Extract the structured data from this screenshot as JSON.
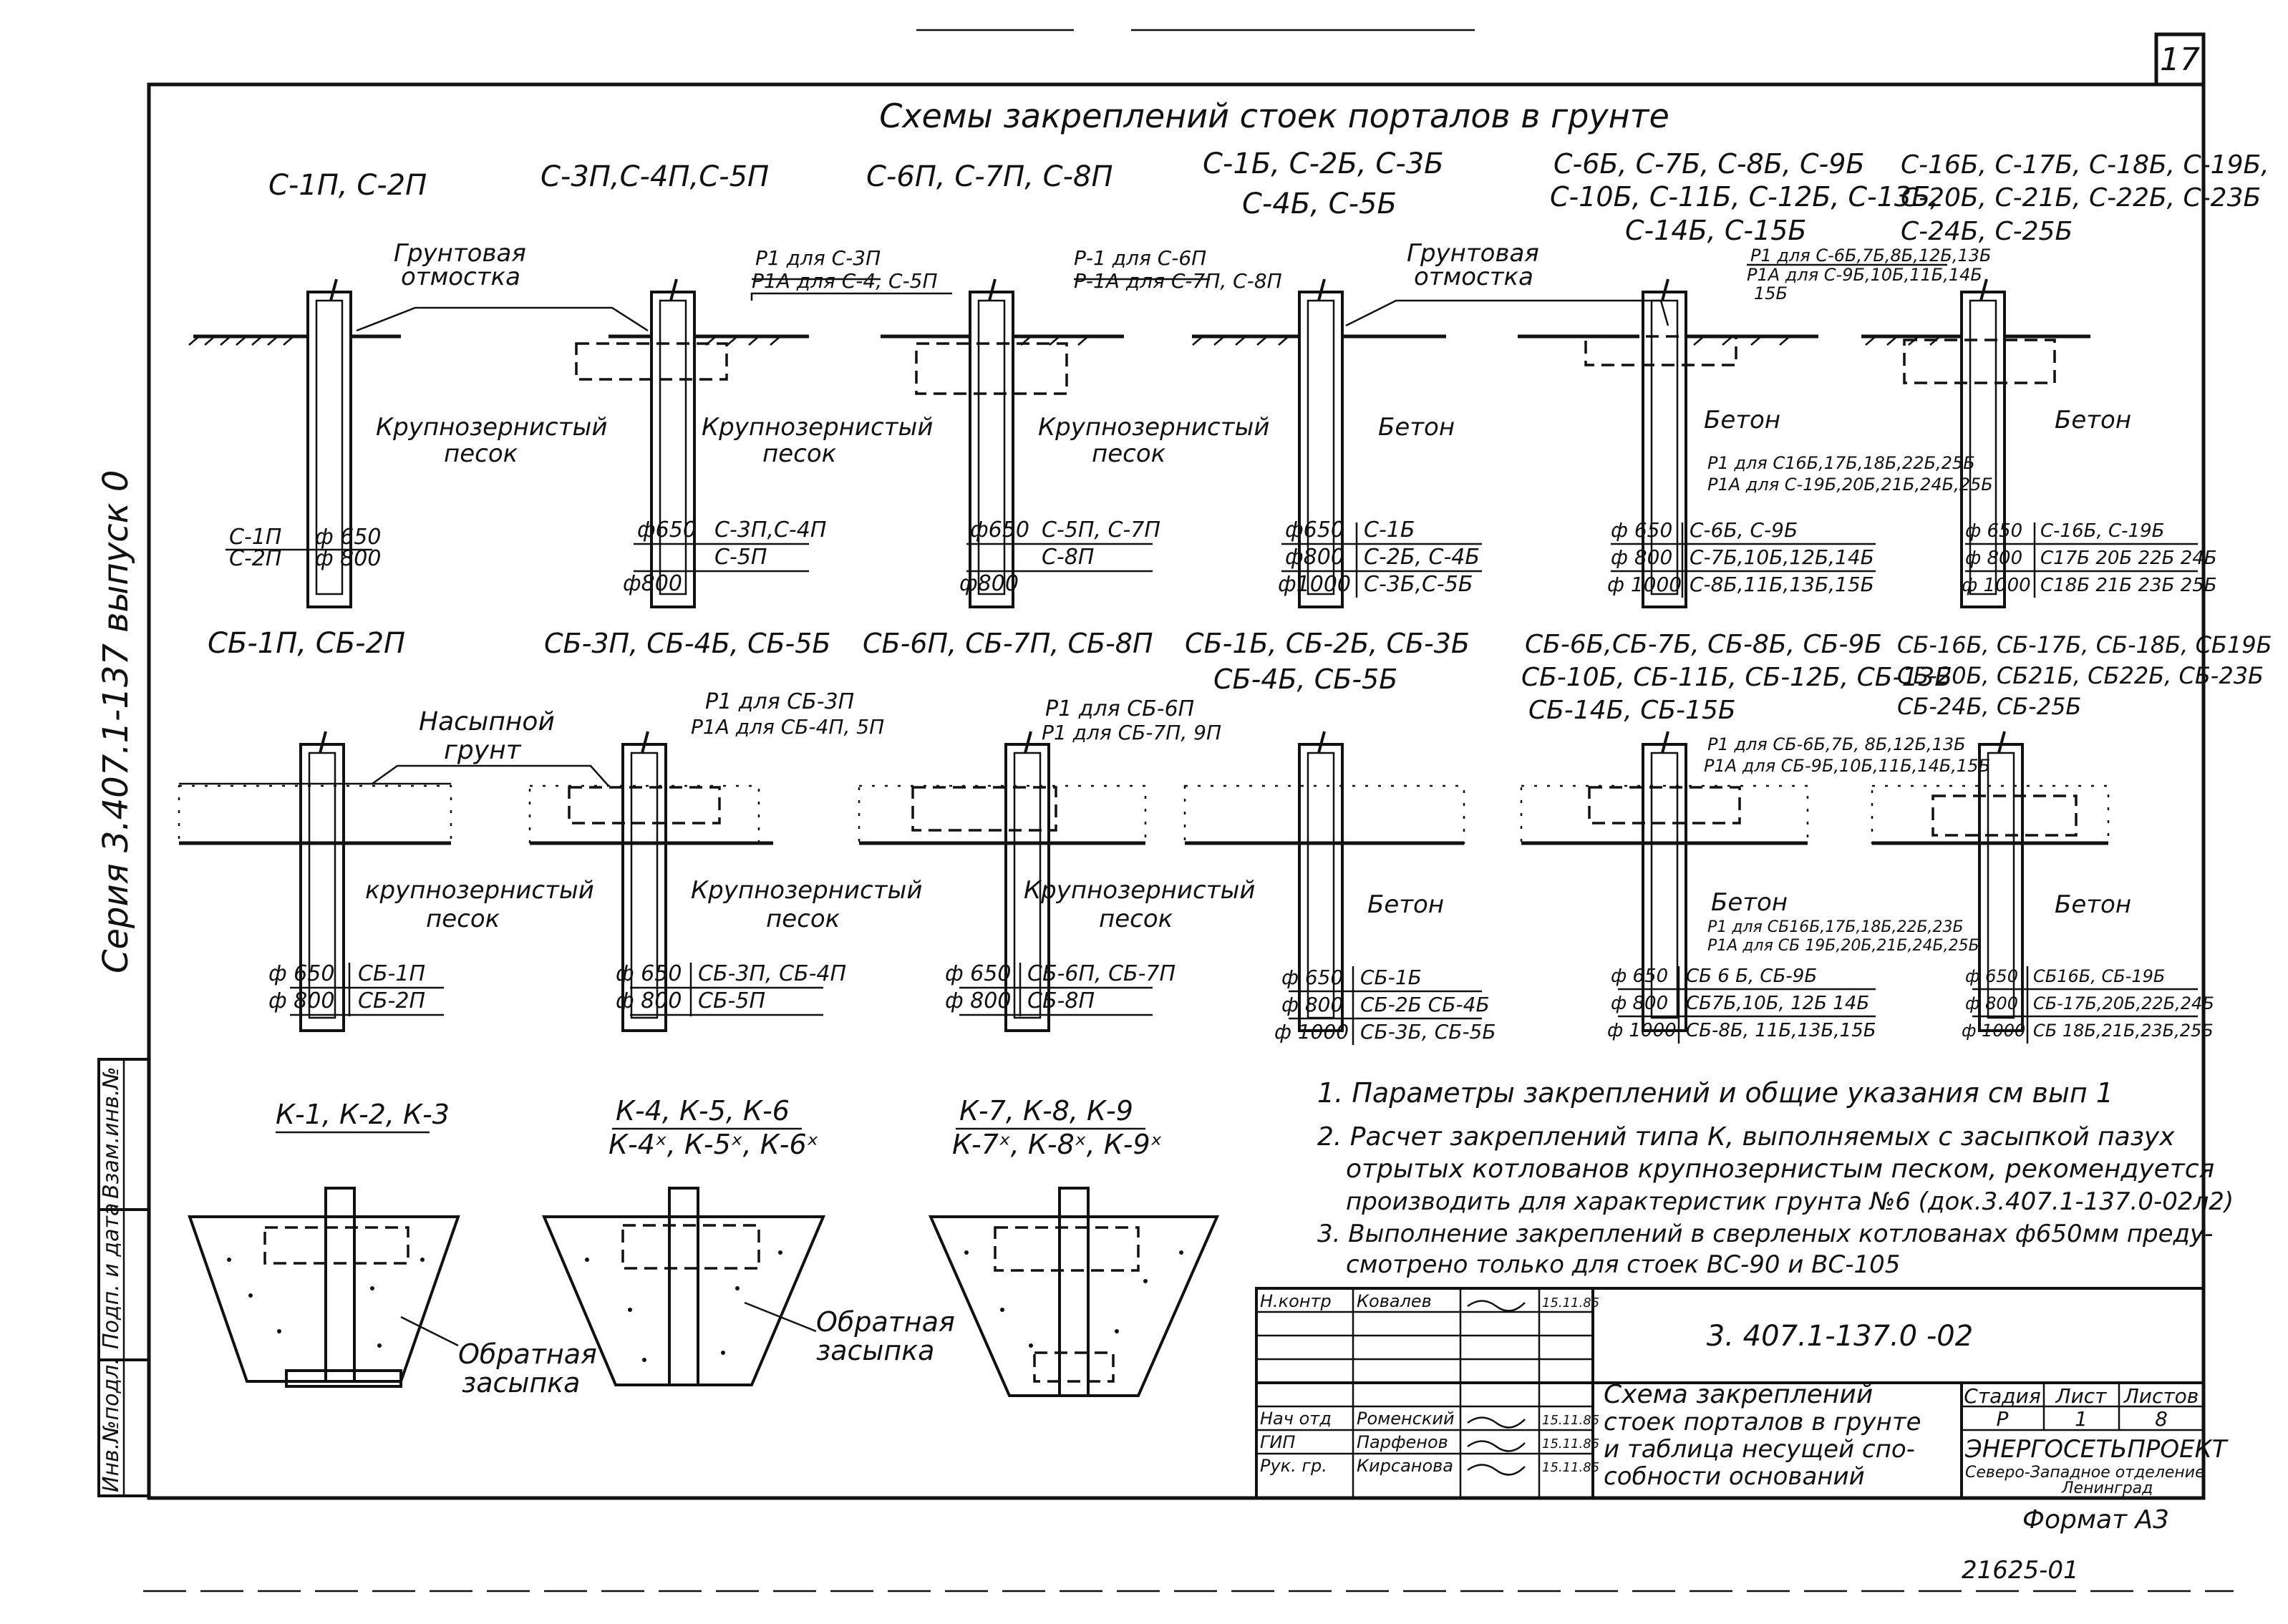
{
  "sheet_number": "17",
  "title": "Схемы закреплений стоек порталов в грунте",
  "side_label": "Серия 3.407.1-137 выпуск 0",
  "stamp_boxes": [
    "Взам.инв.№",
    "Подп. и дата",
    "Инв.№подл."
  ],
  "row1": [
    {
      "header": [
        "С-1П, С-2П"
      ],
      "callouts": [
        "Грунтовая",
        "отмостка"
      ],
      "material": [
        "Крупнозернистый",
        "песок"
      ],
      "table": [
        [
          "С-1П",
          "ф 650"
        ],
        [
          "С-2П",
          "ф 800"
        ]
      ],
      "extra": []
    },
    {
      "header": [
        "С-3П,С-4П,С-5П"
      ],
      "callouts": [
        "Р1 для С-3П",
        "Р1А для С-4, С-5П"
      ],
      "material": [
        "Крупнозернистый",
        "песок"
      ],
      "table": [
        [
          "ф650",
          "С-3П,С-4П"
        ],
        [
          "",
          "С-5П"
        ]
      ],
      "extra": [
        "ф800"
      ]
    },
    {
      "header": [
        "С-6П, С-7П, С-8П"
      ],
      "callouts": [
        "Р-1 для С-6П",
        "Р-1А для С-7П, С-8П"
      ],
      "material": [
        "Крупнозернистый",
        "песок"
      ],
      "table": [
        [
          "ф650",
          "С-5П, С-7П"
        ],
        [
          "",
          "С-8П"
        ]
      ],
      "extra": [
        "ф800"
      ]
    },
    {
      "header": [
        "С-1Б, С-2Б, С-3Б",
        "С-4Б, С-5Б"
      ],
      "callouts": [
        "Грунтовая",
        "отмостка"
      ],
      "material": [
        "Бетон"
      ],
      "table": [
        [
          "ф650",
          "С-1Б"
        ],
        [
          "ф800",
          "С-2Б, С-4Б"
        ],
        [
          "ф1000",
          "С-3Б,С-5Б"
        ]
      ],
      "extra": []
    },
    {
      "header": [
        "С-6Б, С-7Б, С-8Б, С-9Б",
        "С-10Б, С-11Б, С-12Б, С-13Б,",
        "С-14Б, С-15Б"
      ],
      "callouts": [
        "Р1 для С-6Б,7Б,8Б,12Б,13Б",
        "Р1А для С-9Б,10Б,11Б,14Б",
        "15Б"
      ],
      "material": [
        "Бетон"
      ],
      "notes": [
        "Р1 для С16Б,17Б,18Б,22Б,25Б",
        "Р1А для С-19Б,20Б,21Б,24Б,25Б"
      ],
      "table": [
        [
          "ф 650",
          "С-6Б, С-9Б"
        ],
        [
          "ф 800",
          "С-7Б,10Б,12Б,14Б"
        ],
        [
          "ф 1000",
          "С-8Б,11Б,13Б,15Б"
        ]
      ],
      "extra": []
    },
    {
      "header": [
        "С-16Б, С-17Б, С-18Б, С-19Б,",
        "С-20Б, С-21Б, С-22Б, С-23Б",
        "С-24Б, С-25Б"
      ],
      "callouts": [],
      "material": [
        "Бетон"
      ],
      "table": [
        [
          "ф 650",
          "С-16Б, С-19Б"
        ],
        [
          "ф 800",
          "С17Б 20Б 22Б 24Б"
        ],
        [
          "ф 1000",
          "С18Б 21Б 23Б 25Б"
        ]
      ],
      "extra": []
    }
  ],
  "row2": [
    {
      "header": [
        "СБ-1П, СБ-2П"
      ],
      "callouts": [
        "Насыпной",
        "грунт"
      ],
      "material": [
        "крупнозернистый",
        "песок"
      ],
      "table": [
        [
          "ф 650",
          "СБ-1П"
        ],
        [
          "ф 800",
          "СБ-2П"
        ]
      ]
    },
    {
      "header": [
        "СБ-3П, СБ-4Б, СБ-5Б"
      ],
      "callouts": [
        "Р1 для СБ-3П",
        "Р1А для СБ-4П, 5П"
      ],
      "material": [
        "Крупнозернистый",
        "песок"
      ],
      "table": [
        [
          "ф 650",
          "СБ-3П, СБ-4П"
        ],
        [
          "ф 800",
          "СБ-5П"
        ]
      ]
    },
    {
      "header": [
        "СБ-6П, СБ-7П, СБ-8П"
      ],
      "callouts": [
        "Р1 для СБ-6П",
        "Р1 для СБ-7П, 9П"
      ],
      "material": [
        "Крупнозернистый",
        "песок"
      ],
      "table": [
        [
          "ф 650",
          "СБ-6П, СБ-7П"
        ],
        [
          "ф 800",
          "СБ-8П"
        ]
      ]
    },
    {
      "header": [
        "СБ-1Б, СБ-2Б, СБ-3Б",
        "СБ-4Б, СБ-5Б"
      ],
      "callouts": [],
      "material": [
        "Бетон"
      ],
      "table": [
        [
          "ф 650",
          "СБ-1Б"
        ],
        [
          "ф 800",
          "СБ-2Б СБ-4Б"
        ],
        [
          "ф 1000",
          "СБ-3Б, СБ-5Б"
        ]
      ]
    },
    {
      "header": [
        "СБ-6Б,СБ-7Б, СБ-8Б, СБ-9Б",
        "СБ-10Б, СБ-11Б, СБ-12Б, СБ-13Б",
        "СБ-14Б, СБ-15Б"
      ],
      "callouts": [
        "Р1 для СБ-6Б,7Б, 8Б,12Б,13Б",
        "Р1А для СБ-9Б,10Б,11Б,14Б,15Б"
      ],
      "material": [
        "Бетон"
      ],
      "notes": [
        "Р1 для СБ16Б,17Б,18Б,22Б,23Б",
        "Р1А для СБ 19Б,20Б,21Б,24Б,25Б"
      ],
      "table": [
        [
          "ф 650",
          "СБ 6 Б, СБ-9Б"
        ],
        [
          "ф 800",
          "СБ7Б,10Б, 12Б 14Б"
        ],
        [
          "ф 1000",
          "СБ-8Б, 11Б,13Б,15Б"
        ]
      ]
    },
    {
      "header": [
        "СБ-16Б, СБ-17Б, СБ-18Б, СБ19Б",
        "СБ-20Б, СБ21Б, СБ22Б, СБ-23Б",
        "СБ-24Б, СБ-25Б"
      ],
      "callouts": [],
      "material": [
        "Бетон"
      ],
      "table": [
        [
          "ф 650",
          "СБ16Б, СБ-19Б"
        ],
        [
          "ф 800",
          "СБ-17Б,20Б,22Б,24Б"
        ],
        [
          "ф 1000",
          "СБ 18Б,21Б,23Б,25Б"
        ]
      ]
    }
  ],
  "row3": [
    {
      "header": [
        "К-1, К-2, К-3"
      ]
    },
    {
      "header": [
        "К-4, К-5, К-6",
        "К-4ˣ, К-5ˣ, К-6ˣ"
      ]
    },
    {
      "header": [
        "К-7, К-8, К-9",
        "К-7ˣ, К-8ˣ, К-9ˣ"
      ]
    }
  ],
  "backfill_labels": [
    [
      "Обратная",
      "засыпка"
    ],
    [
      "Обратная",
      "засыпка"
    ]
  ],
  "notes": [
    "1. Параметры закреплений и общие указания см вып 1",
    "2. Расчет закреплений типа К, выполняемых с засыпкой пазух",
    "отрытых котлованов крупнозернистым песком, рекомендуется",
    "производить для характеристик грунта №6 (док.3.407.1-137.0-02л2)",
    "3. Выполнение закреплений в сверленых котлованах ф650мм преду-",
    "смотрено только для стоек ВС-90 и ВС-105"
  ],
  "title_block": {
    "doc_code": "3. 407.1-137.0 -02",
    "description": [
      "Схема закреплений",
      "стоек порталов в грунте",
      "и таблица несущей спо-",
      "собности оснований"
    ],
    "staff": [
      {
        "role": "Н.контр",
        "name": "Ковалев",
        "date": "15.11.85"
      },
      {
        "role": "",
        "name": "",
        "date": ""
      },
      {
        "role": "",
        "name": "",
        "date": ""
      },
      {
        "role": "Нач отд",
        "name": "Роменский",
        "date": "15.11.85"
      },
      {
        "role": "ГИП",
        "name": "Парфенов",
        "date": "15.11.85"
      },
      {
        "role": "Рук. гр.",
        "name": "Кирсанова",
        "date": "15.11.85"
      }
    ],
    "stage_header": [
      "Стадия",
      "Лист",
      "Листов"
    ],
    "stage_values": [
      "Р",
      "1",
      "8"
    ],
    "org": [
      "ЭНЕРГОСЕТЬПРОЕКТ",
      "Северо-Западное отделение",
      "Ленинград"
    ]
  },
  "format_label": "Формат А3",
  "inventory_number": "21625-01"
}
